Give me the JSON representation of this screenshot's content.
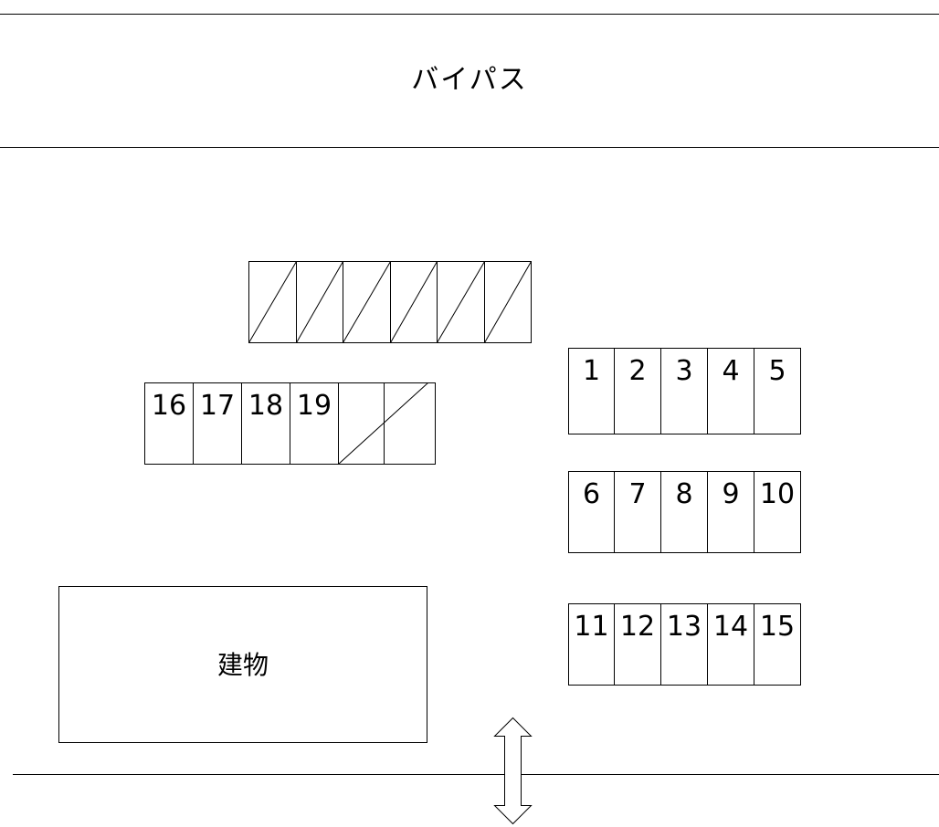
{
  "road_top": {
    "label": "バイパス"
  },
  "building": {
    "label": "建物"
  },
  "row_a": {
    "stalls": [
      "1",
      "2",
      "3",
      "4",
      "5"
    ]
  },
  "row_b": {
    "stalls": [
      "6",
      "7",
      "8",
      "9",
      "10"
    ]
  },
  "row_c": {
    "stalls": [
      "11",
      "12",
      "13",
      "14",
      "15"
    ]
  },
  "row_d": {
    "stalls": [
      "16",
      "17",
      "18",
      "19",
      "",
      ""
    ]
  }
}
